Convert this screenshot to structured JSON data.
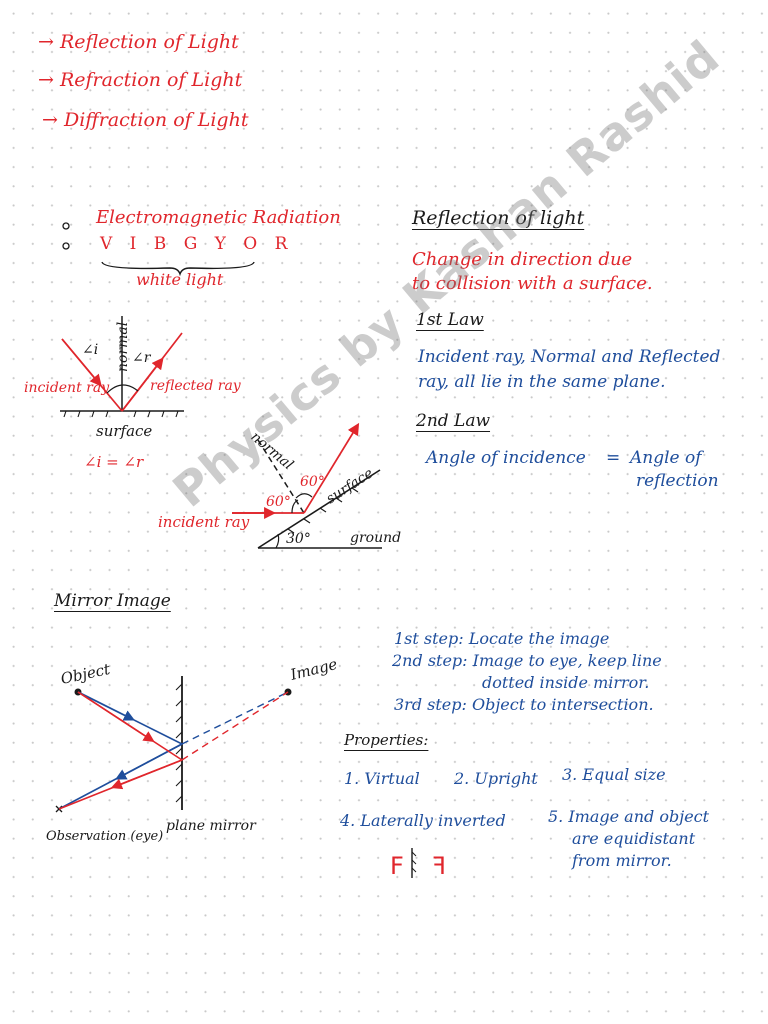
{
  "topics": [
    "→  Reflection of Light",
    "→  Refraction of Light",
    "→  Diffraction of Light"
  ],
  "intro": {
    "bullet_1": "Electromagnetic Radiation",
    "bullet_2": "V I B G Y O R",
    "brace_label": "white light"
  },
  "reflection": {
    "heading": "Reflection of light",
    "definition_line_1": "Change in direction due",
    "definition_line_2": "to collision with a surface.",
    "first_law_label": "1st Law",
    "first_law_text_1": "Incident ray, Normal and Reflected",
    "first_law_text_2": "ray, all lie in the same plane.",
    "second_law_label": "2nd Law",
    "second_law_left": "Angle of incidence",
    "second_law_equals": "=",
    "second_law_right_1": "Angle of",
    "second_law_right_2": "reflection"
  },
  "diagram_1": {
    "normal": "normal",
    "angle_i": "∠i",
    "angle_r": "∠r",
    "incident_ray": "incident ray",
    "reflected_ray": "reflected ray",
    "surface": "surface",
    "relation": "∠i = ∠r"
  },
  "diagram_2": {
    "normal": "normal",
    "angle_a": "60°",
    "angle_b": "60°",
    "surface": "surface",
    "ground": "ground",
    "angle_c": "30°",
    "incident_ray": "incident ray"
  },
  "mirror_image": {
    "heading": "Mirror Image",
    "object": "Object",
    "image": "Image",
    "observation": "Observation (eye)",
    "plane_mirror": "plane mirror",
    "step_1": "1st step: Locate the image",
    "step_2_a": "2nd step: Image to eye, keep line",
    "step_2_b": "dotted inside mirror.",
    "step_3": "3rd step: Object to intersection.",
    "properties_heading": "Properties:",
    "properties": [
      "1. Virtual",
      "2. Upright",
      "3. Equal size",
      "4. Laterally inverted"
    ],
    "property_5_a": "5. Image and object",
    "property_5_b": "are equidistant",
    "property_5_c": "from mirror.",
    "letter_real": "F",
    "letter_mirrored": "F"
  },
  "watermark": "Physics by Kashan Rashid",
  "colors": {
    "red": "#e0262c",
    "blue": "#1f4e9c",
    "black": "#1a1a1a",
    "dots": "#c9c9c9"
  }
}
